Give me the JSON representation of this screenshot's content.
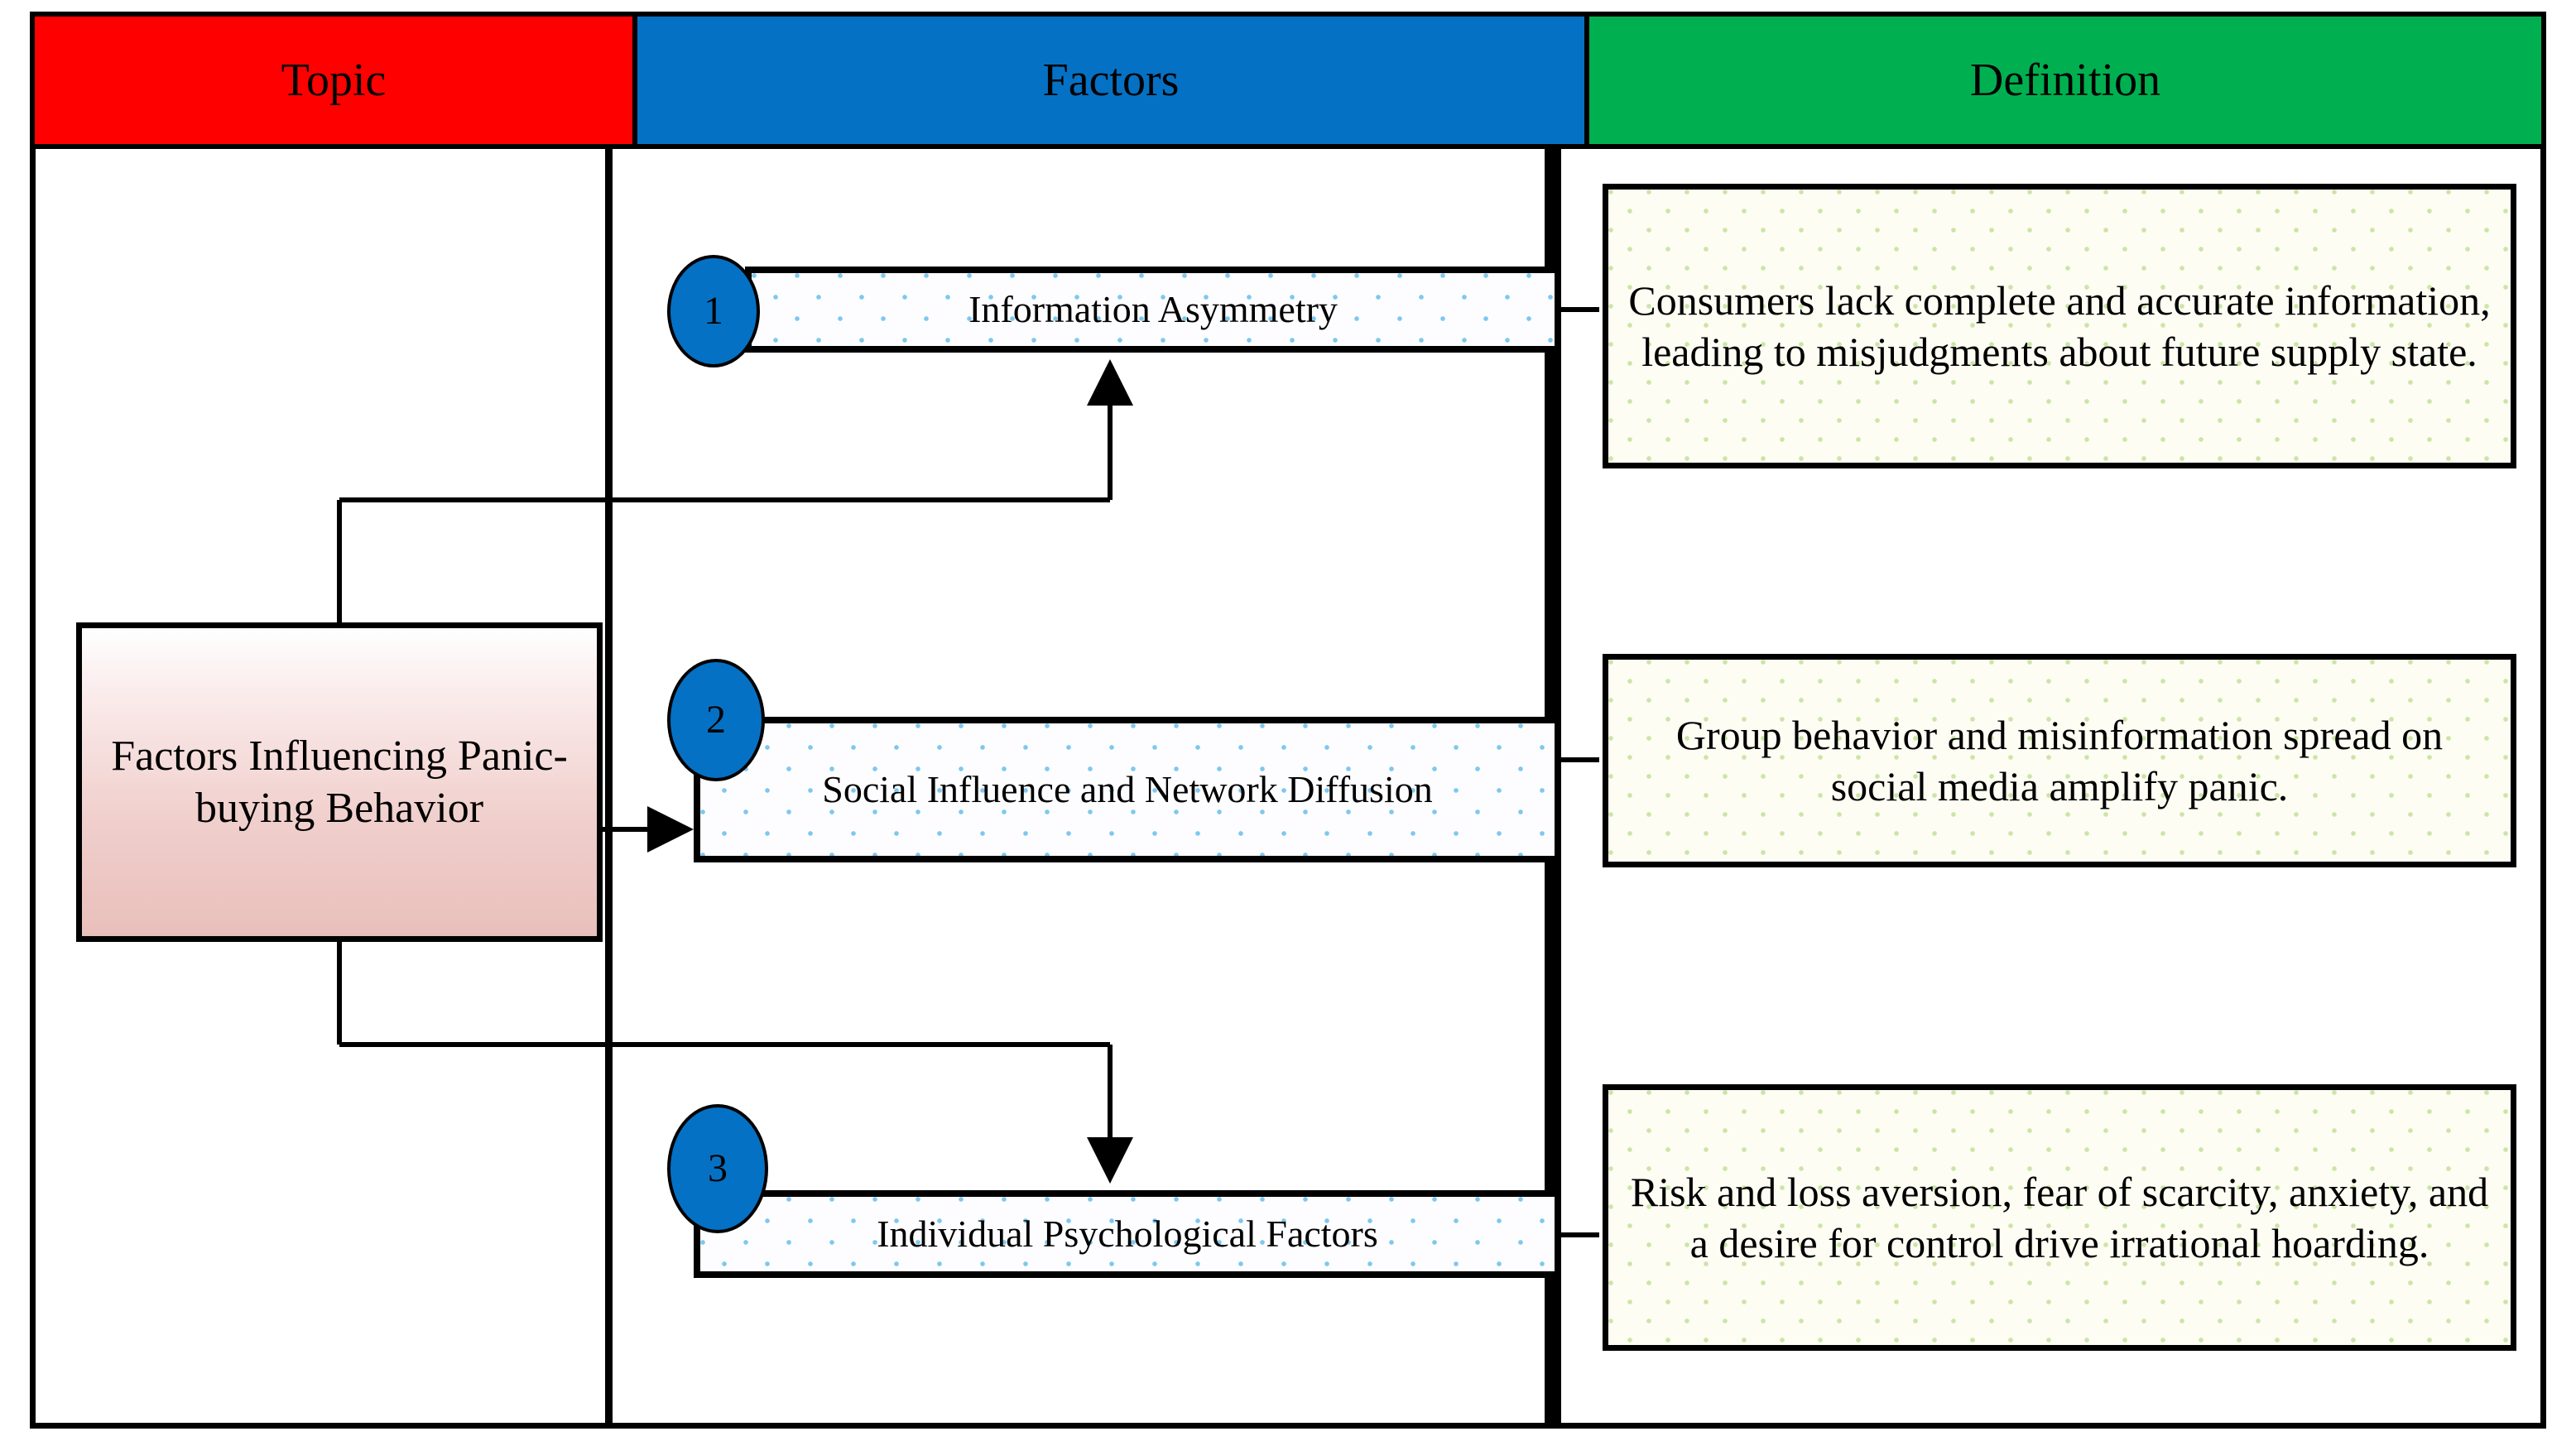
{
  "header": {
    "columns": [
      {
        "label": "Topic",
        "color": "#FF0000"
      },
      {
        "label": "Factors",
        "color": "#0571C4"
      },
      {
        "label": "Definition",
        "color": "#00B050"
      }
    ]
  },
  "topic": {
    "label": "Factors Influencing Panic-buying Behavior",
    "fill_from": "#FFFFFF",
    "fill_to": "#E9BFBB"
  },
  "factors": [
    {
      "number": "1",
      "label": "Information Asymmetry",
      "definition": "Consumers lack complete and accurate information, leading to misjudgments about future supply state."
    },
    {
      "number": "2",
      "label": "Social Influence and Network Diffusion",
      "definition": "Group behavior and misinformation spread on social media amplify panic."
    },
    {
      "number": "3",
      "label": "Individual Psychological Factors",
      "definition": "Risk and loss aversion, fear of scarcity, anxiety, and a desire for control drive irrational hoarding."
    }
  ],
  "style": {
    "factor_fill": "#FDFDFF",
    "factor_dot": "#7EC8EF",
    "definition_fill": "#FDFDF4",
    "definition_dot": "#CBE5A6",
    "circle_fill": "#0571C4",
    "line_color": "#000000"
  }
}
